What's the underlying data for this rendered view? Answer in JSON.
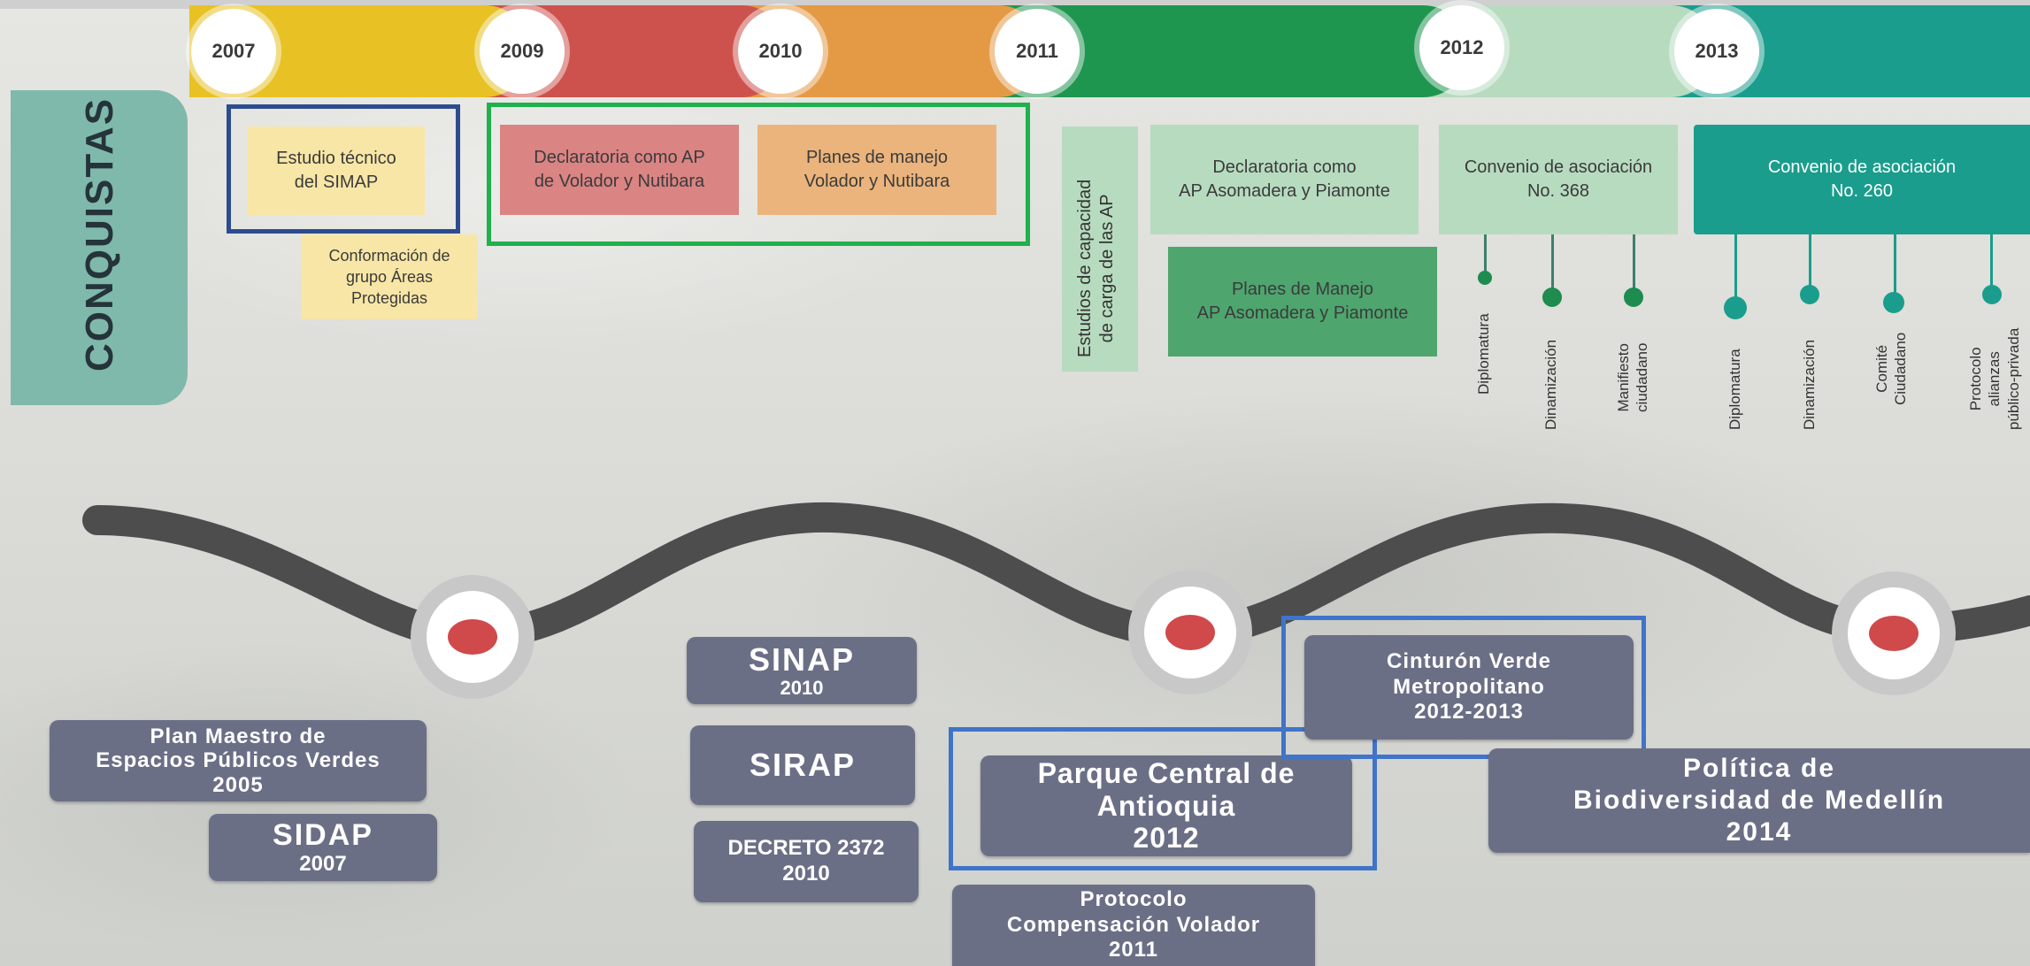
{
  "years": [
    "2007",
    "2009",
    "2010",
    "2011",
    "2012",
    "2013"
  ],
  "side_title": "CONQUISTAS",
  "conquistas": {
    "estudio": [
      "Estudio técnico",
      "del SIMAP"
    ],
    "conformacion": [
      "Conformación de",
      "grupo Áreas",
      "Protegidas"
    ],
    "declaratoria_2009": [
      "Declaratoria como AP",
      "de Volador y Nutibara"
    ],
    "planes_2010": [
      "Planes de manejo",
      "Volador y Nutibara"
    ],
    "estudios_2011": [
      "Estudios de capacidad",
      "de carga de las AP"
    ],
    "declaratoria_2011": [
      "Declaratoria como",
      "AP Asomadera y Piamonte"
    ],
    "planes_2011": [
      "Planes de Manejo",
      "AP Asomadera y Piamonte"
    ],
    "convenio_368": [
      "Convenio de asociación",
      "No. 368"
    ],
    "convenio_260": [
      "Convenio de asociación",
      "No. 260"
    ],
    "pins_2012": [
      [
        "Diplomatura"
      ],
      [
        "Dinamización"
      ],
      [
        "Manifiesto",
        "ciudadano"
      ]
    ],
    "pins_2013": [
      [
        "Diplomatura"
      ],
      [
        "Dinamización"
      ],
      [
        "Comité",
        "Ciudadano"
      ],
      [
        "Protocolo",
        "alianzas",
        "público-privada"
      ]
    ]
  },
  "milestones": {
    "plan_maestro": [
      "Plan Maestro de",
      "Espacios Públicos Verdes",
      "2005"
    ],
    "sidap": [
      "SIDAP",
      "2007"
    ],
    "sinap": [
      "SINAP",
      "2010"
    ],
    "sirap": [
      "SIRAP"
    ],
    "decreto": [
      "DECRETO 2372",
      "2010"
    ],
    "parque": [
      "Parque Central de",
      "Antioquia",
      "2012"
    ],
    "protocolo": [
      "Protocolo",
      "Compensación Volador",
      "2011"
    ],
    "cinturon": [
      "Cinturón Verde",
      "Metropolitano",
      "2012-2013"
    ],
    "politica": [
      "Política de",
      "Biodiversidad de Medellín",
      "2014"
    ]
  },
  "colors": {
    "y2007": "#e8c225",
    "y2009": "#cd524d",
    "y2010": "#e49a45",
    "y2011": "#1f9650",
    "y2012": "#b7dbbf",
    "y2013": "#1a9d8c",
    "frame_blue": "#2d4c8f",
    "frame_green": "#1eb14d",
    "frame_lightblue": "#3f74c9",
    "pill": "#6b6f86",
    "road": "#4d4d4d",
    "marker": "#d0494b"
  }
}
